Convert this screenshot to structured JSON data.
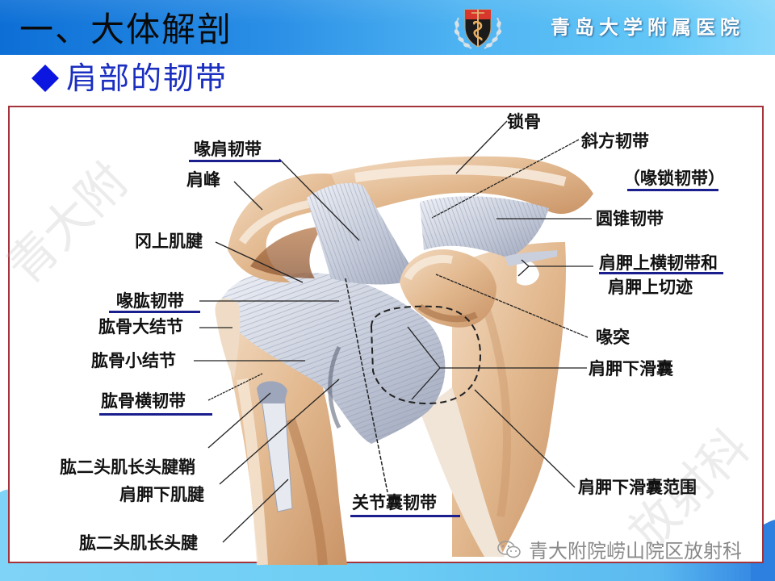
{
  "header": {
    "title": "一、大体解剖",
    "hospital_name": "青岛大学附属医院",
    "logo": "hospital-emblem-icon",
    "band_colors": [
      "#0d6fd6",
      "#62c7f7"
    ]
  },
  "subtitle": {
    "bullet": "diamond-icon",
    "text": "肩部的韧带",
    "color": "#1a2ec0"
  },
  "frame": {
    "border_color": "#a4333c"
  },
  "labels": {
    "coracoacromial_ligament": "喙肩韧带",
    "acromion": "肩峰",
    "supraspinatus_tendon": "冈上肌腱",
    "coracohumeral_ligament": "喙肱韧带",
    "greater_tubercle": "肱骨大结节",
    "lesser_tubercle": "肱骨小结节",
    "transverse_humeral_ligament": "肱骨横韧带",
    "biceps_long_head_sheath": "肱二头肌长头腱鞘",
    "subscapularis_tendon": "肩胛下肌腱",
    "biceps_long_head_tendon": "肱二头肌长头腱",
    "capsular_ligament": "关节囊韧带",
    "clavicle": "锁骨",
    "trapezoid_ligament": "斜方韧带",
    "coracoclavicular_ligament": "（喙锁韧带）",
    "conoid_ligament": "圆锥韧带",
    "superior_transverse_scapular_ligament": "肩胛上横韧带和",
    "suprascapular_notch": "肩胛上切迹",
    "coracoid_process": "喙突",
    "subscapular_bursa": "肩胛下滑囊",
    "subscapular_bursa_extent": "肩胛下滑囊范围"
  },
  "underline_color": "#1b1f8e",
  "watermark": {
    "icon": "wechat-icon",
    "text": "青大附院崂山院区放射科"
  }
}
